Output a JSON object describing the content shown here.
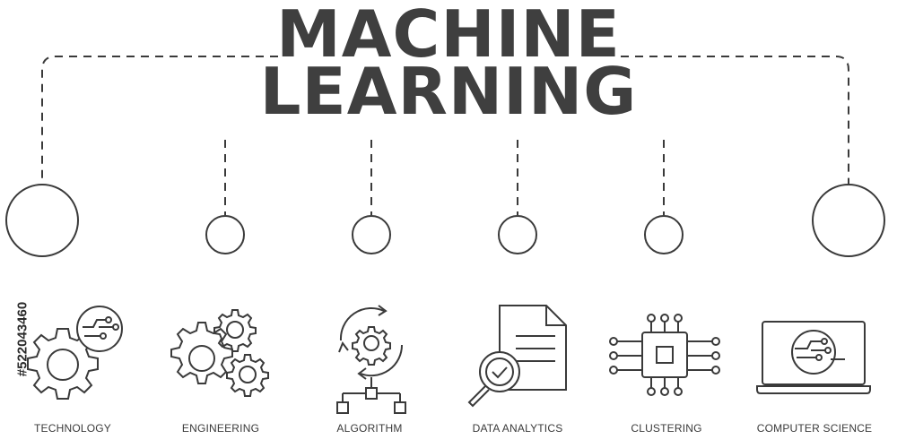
{
  "title": {
    "line1": "MACHINE",
    "line2": "LEARNING"
  },
  "items": [
    {
      "label": "TECHNOLOGY",
      "icon": "gear-circuit-icon"
    },
    {
      "label": "ENGINEERING",
      "icon": "gears-icon"
    },
    {
      "label": "ALGORITHM",
      "icon": "gear-cycle-flowchart-icon"
    },
    {
      "label": "DATA ANALYTICS",
      "icon": "document-magnifier-check-icon"
    },
    {
      "label": "CLUSTERING",
      "icon": "chip-icon"
    },
    {
      "label": "COMPUTER SCIENCE",
      "icon": "laptop-circuit-icon"
    }
  ],
  "stock_id": "#522043460",
  "colors": {
    "stroke": "#3a3a3a",
    "title": "#3f3f3f"
  }
}
